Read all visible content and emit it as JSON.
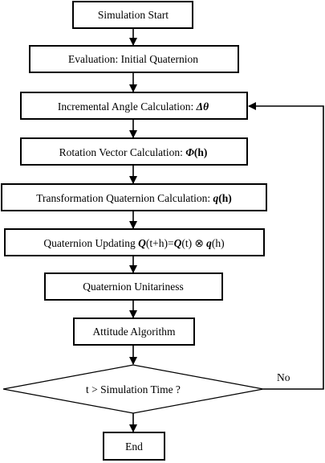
{
  "nodes": {
    "start": {
      "text": "Simulation Start"
    },
    "evaluation": {
      "text": "Evaluation: Initial Quaternion"
    },
    "incremental": {
      "prefix": "Incremental Angle Calculation: ",
      "symbol": "Δθ"
    },
    "rotation": {
      "prefix": "Rotation Vector Calculation: ",
      "symbol": "Φ",
      "suffix": "(h)"
    },
    "transformation": {
      "prefix": "Transformation Quaternion Calculation: ",
      "symbol": "q",
      "suffix": "(h)"
    },
    "updating": {
      "prefix": "Quaternion Updating ",
      "symbol1": "Q",
      "mid1": "(t+h)=",
      "symbol2": "Q",
      "mid2": "(t)  ⊗ ",
      "symbol3": "q",
      "suffix": "(h)"
    },
    "unitariness": {
      "text": "Quaternion Unitariness"
    },
    "attitude": {
      "text": "Attitude Algorithm"
    },
    "decision": {
      "text": "t > Simulation Time ?"
    },
    "end": {
      "text": "End"
    }
  },
  "edges": {
    "no_label": "No"
  },
  "colors": {
    "stroke": "#000000",
    "background": "#ffffff"
  }
}
